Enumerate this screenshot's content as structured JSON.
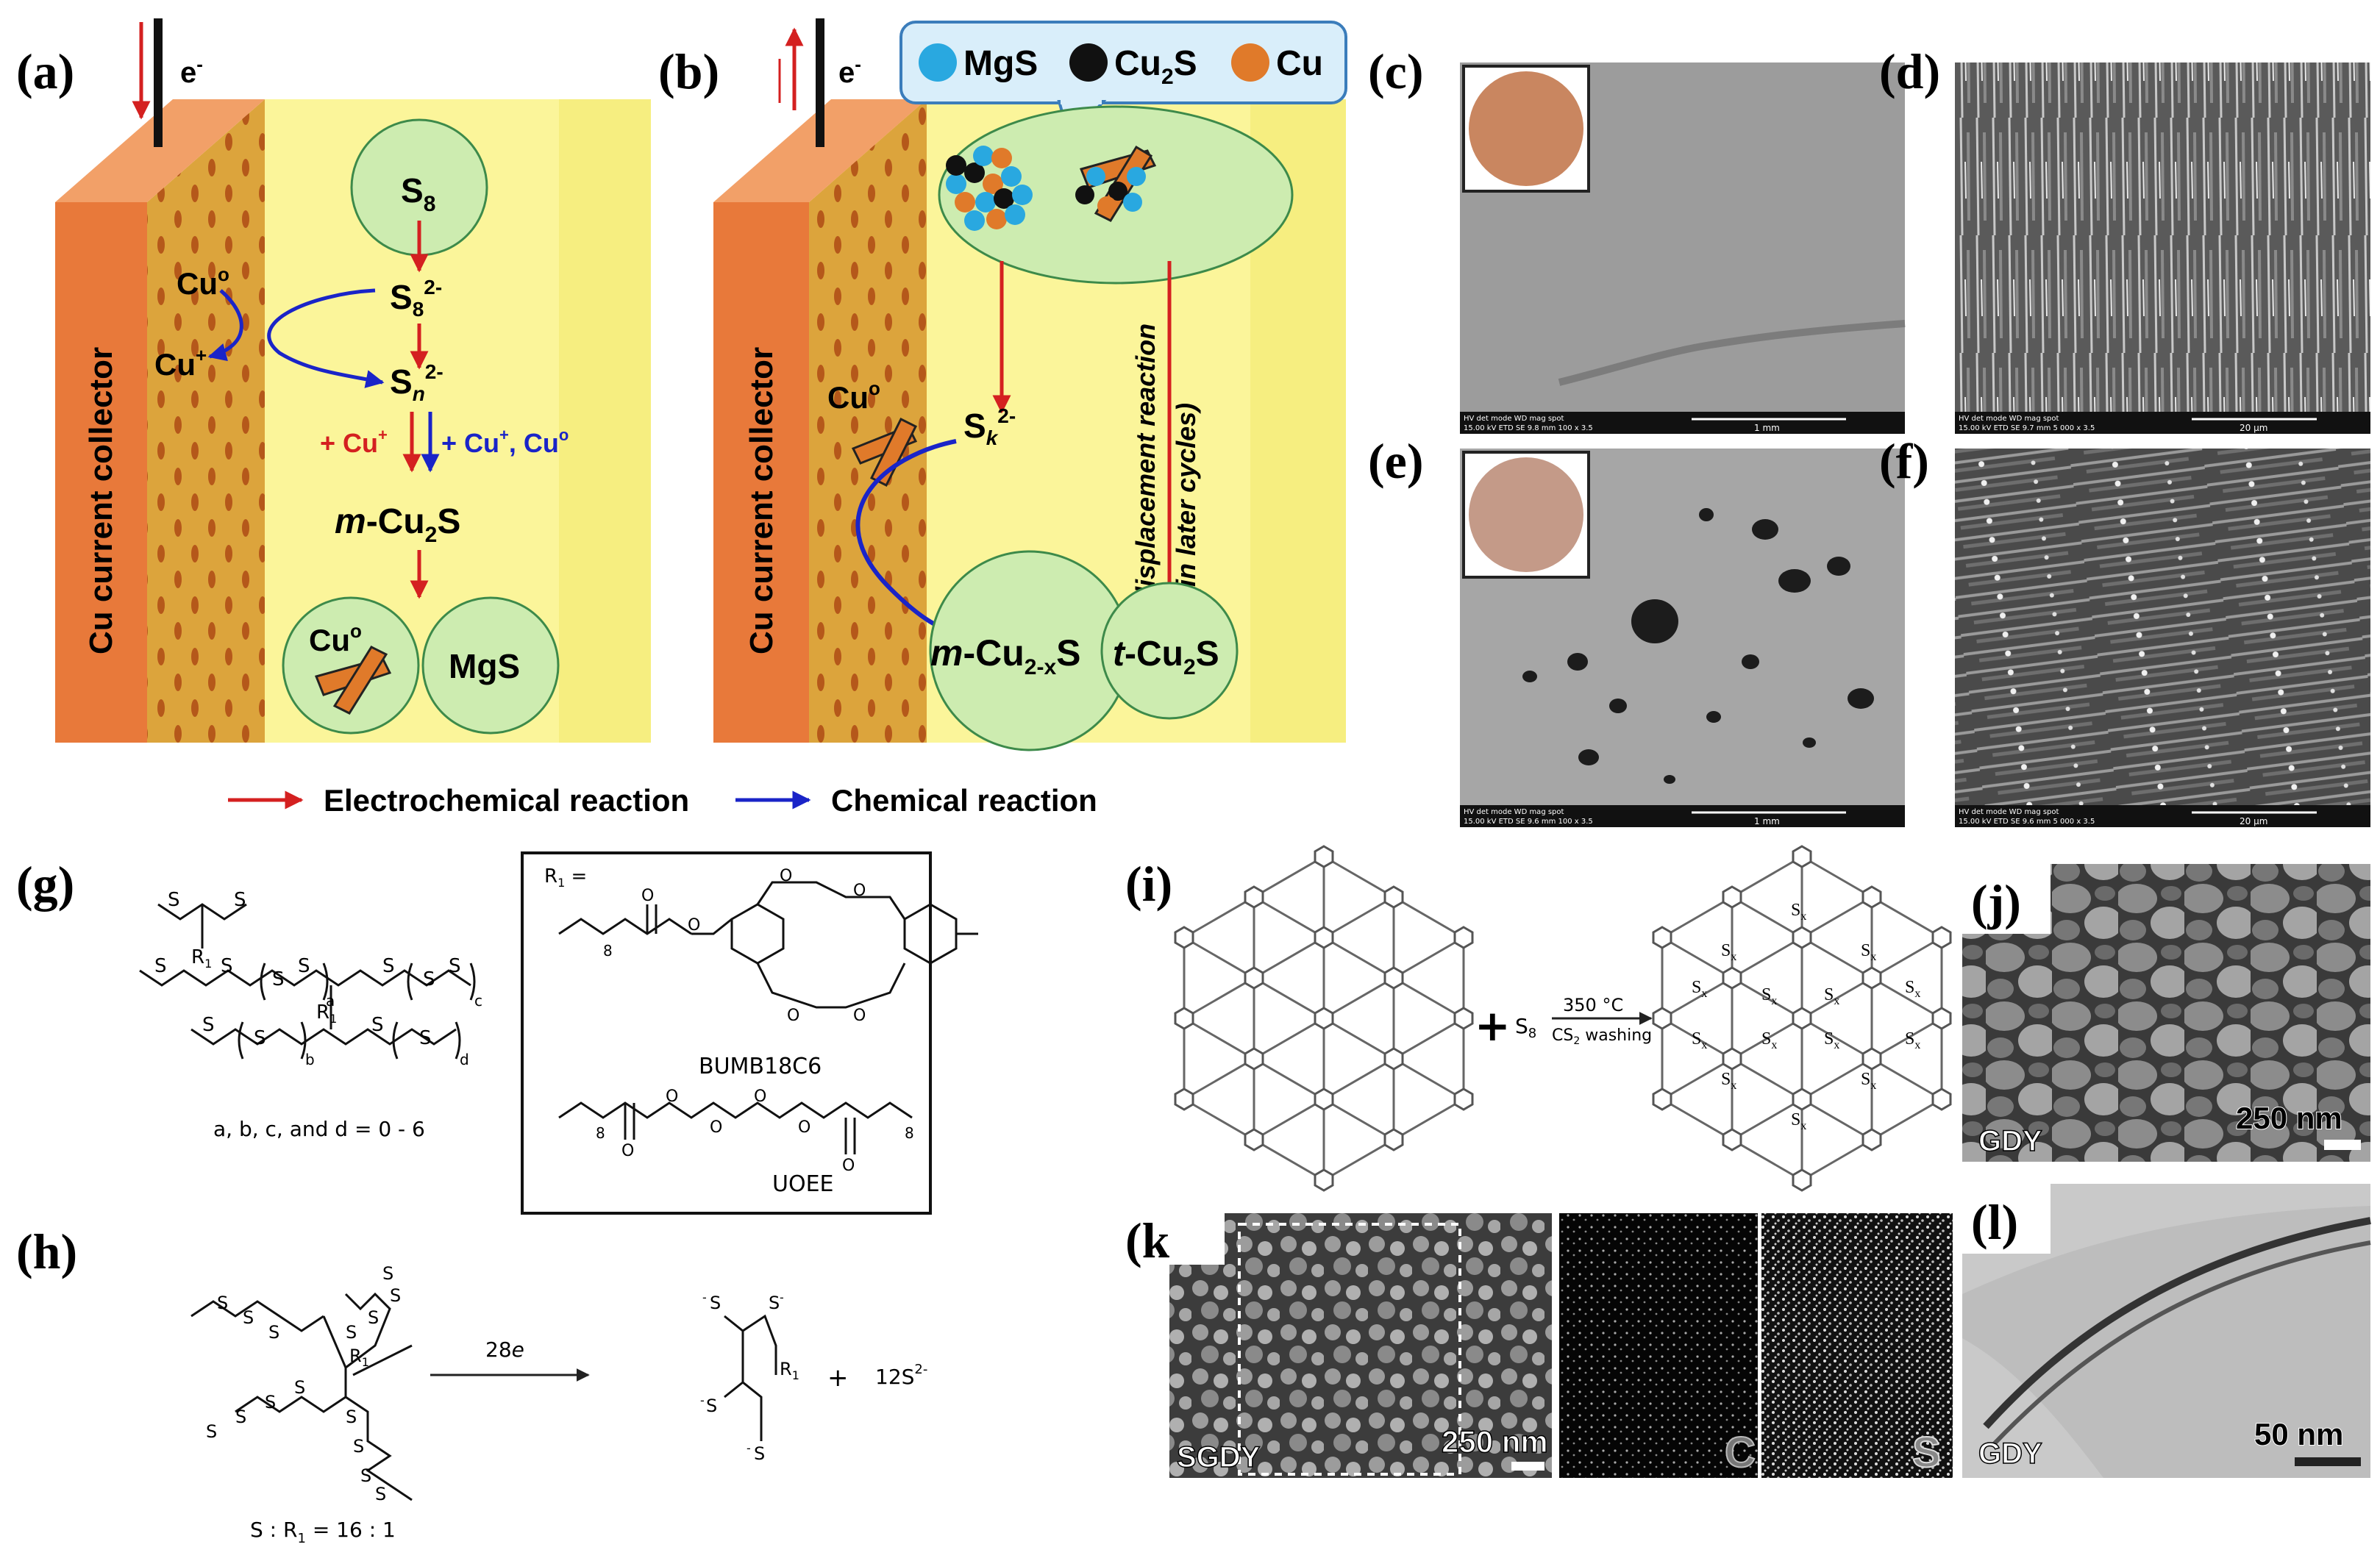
{
  "panels": {
    "a": "(a)",
    "b": "(b)",
    "c": "(c)",
    "d": "(d)",
    "e": "(e)",
    "f": "(f)",
    "g": "(g)",
    "h": "(h)",
    "i": "(i)",
    "j": "(j)",
    "k": "(k)",
    "l": "(l)"
  },
  "panel_a": {
    "electron": "e",
    "collector": "Cu current collector",
    "s8": "S",
    "cu0": "Cu",
    "cuplus": "Cu",
    "s82": "S",
    "sn2": "S",
    "add_red": "+ Cu",
    "add_blue": "+ Cu",
    "add_blue2": ", Cu",
    "mcu2s": "m",
    "mcu2s_rest": "-Cu",
    "mcu2s_end": "S",
    "cuo_circle": "Cu",
    "mgs": "MgS"
  },
  "panel_b": {
    "electron": "e",
    "collector": "Cu current collector",
    "legend_mgs": "MgS",
    "legend_cu2s": "Cu",
    "legend_cu2s_sub": "2",
    "legend_cu2s_end": "S",
    "legend_cu": "Cu",
    "cuo": "Cu",
    "sk": "S",
    "displacement": "displacement reaction",
    "later": "(in later cycles)",
    "mcu2xs": "m",
    "mcu2xs_rest": "-Cu",
    "mcu2xs_sub": "2-x",
    "mcu2xs_end": "S",
    "tcu2s": "t",
    "tcu2s_rest": "-Cu",
    "tcu2s_end": "S"
  },
  "legend": {
    "electrochem": "Electrochemical reaction",
    "chem": "Chemical reaction"
  },
  "sem": {
    "info_header": "HV    det  mode   WD    mag   spot",
    "info_c": "15.00 kV ETD   SE   9.8 mm  100 x  3.5",
    "info_d": "15.00 kV ETD   SE   9.7 mm  5 000 x  3.5",
    "info_e": "15.00 kV ETD   SE   9.6 mm  100 x  3.5",
    "info_f": "15.00 kV ETD   SE   9.6 mm  5 000 x  3.5",
    "scale_c": "1 mm",
    "scale_d": "20 μm",
    "scale_e": "1 mm",
    "scale_f": "20 μm"
  },
  "panel_g": {
    "r1_eq": "R",
    "bumb": "BUMB18C6",
    "uoee": "UOEE",
    "range": "a, b, c, and d = 0 - 6",
    "sa": "a",
    "sb": "b",
    "sc": "c",
    "sd": "d",
    "eight": "8"
  },
  "panel_h": {
    "electrons": "28",
    "electrons_e": "e",
    "plus": "+",
    "sulfide": "12S",
    "ratio": "S : R",
    "ratio_end": " = 16 : 1"
  },
  "panel_i": {
    "plus": "+",
    "s8": "S",
    "temp": "350 °C",
    "wash": "CS",
    "wash_end": " washing",
    "sx": "S"
  },
  "panel_j": {
    "label": "GDY",
    "scale": "250 nm"
  },
  "panel_k": {
    "label": "SGDY",
    "scale": "250 nm",
    "c": "C",
    "s": "S"
  },
  "panel_l": {
    "label": "GDY",
    "scale": "50 nm"
  },
  "colors": {
    "red": "#d42020",
    "blue": "#1a24c8",
    "collector_orange": "#e8793a",
    "porous_face": "#dca43c",
    "electrolyte": "#fbf59a",
    "bubble": "#cdecb0",
    "mgs_ball": "#29a8e0",
    "cu_ball": "#e07a2a"
  }
}
